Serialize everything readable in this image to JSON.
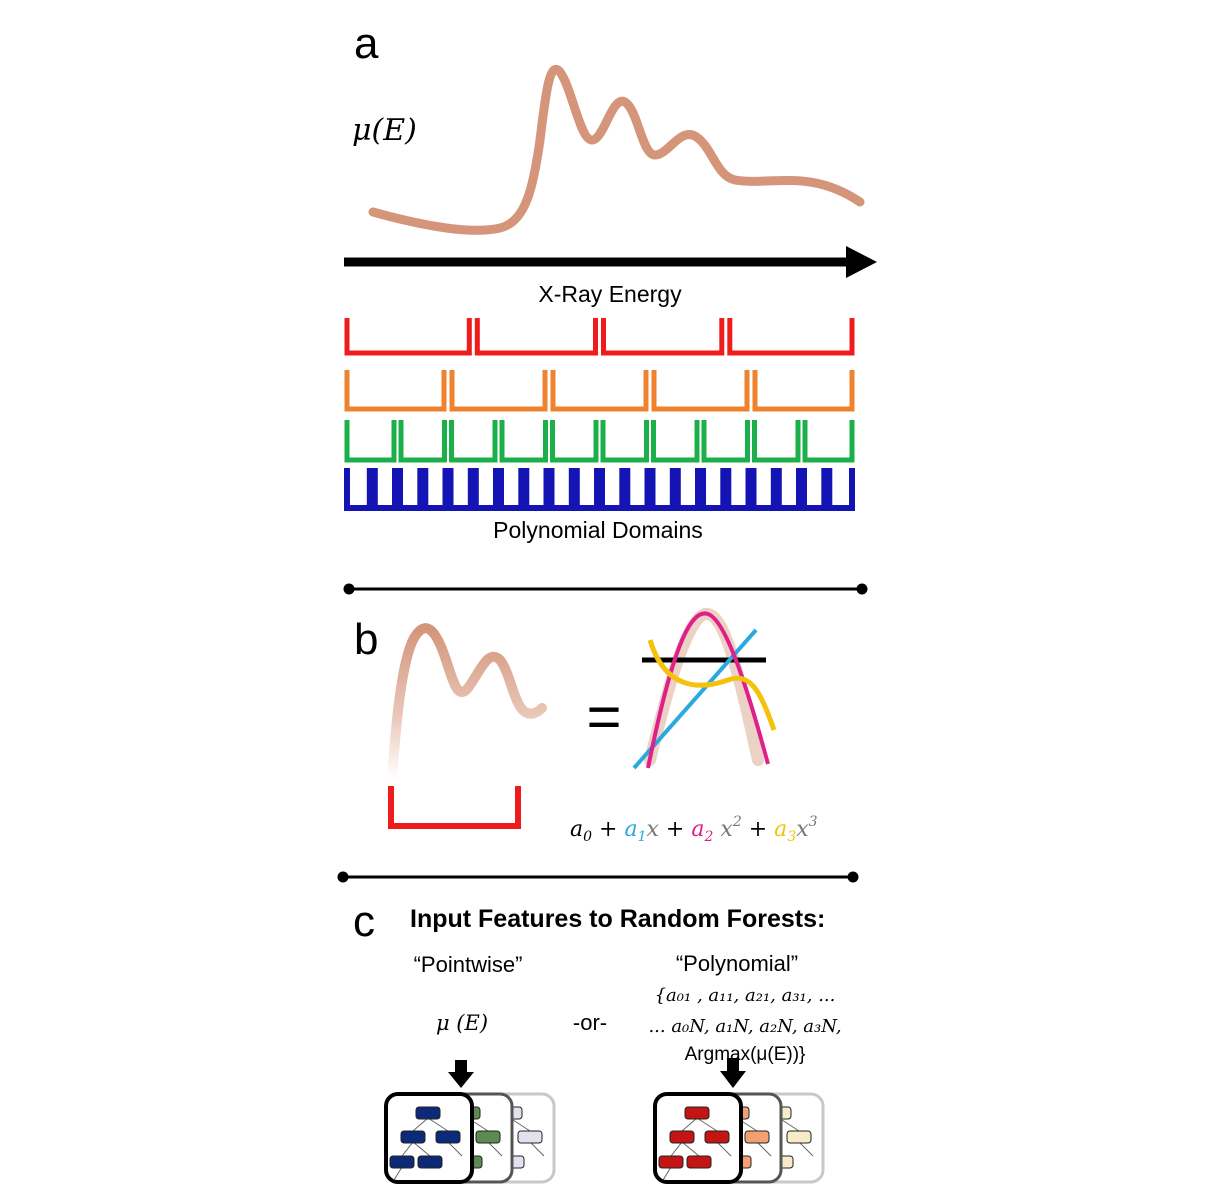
{
  "panel_a": {
    "letter": "a",
    "mu_label": "μ(E)",
    "axis_label": "X-Ray Energy",
    "domains_label": "Polynomial Domains",
    "domain_rows": [
      {
        "color": "#f01c1c",
        "segments": 4
      },
      {
        "color": "#f0822e",
        "segments": 5
      },
      {
        "color": "#1cb04a",
        "segments": 10
      },
      {
        "color": "#1414b4",
        "segments": 20
      }
    ],
    "curve_color": "#d4957a"
  },
  "panel_b": {
    "letter": "b",
    "equals": "=",
    "equation": {
      "a0": "a",
      "a0_sub": "0",
      "plus1": " + ",
      "a1": "a",
      "a1_sub": "1",
      "x1": "x",
      "plus2": " + ",
      "a2": "a",
      "a2_sub": "2",
      "x2": " x",
      "x2_sup": "2",
      "plus3": " + ",
      "a3": "a",
      "a3_sub": "3",
      "x3": "x",
      "x3_sup": "3"
    },
    "colors": {
      "const": "#000000",
      "linear": "#2aa8e0",
      "quadratic": "#e0208a",
      "cubic": "#f4c20d"
    }
  },
  "panel_c": {
    "letter": "c",
    "title": "Input Features to Random Forests:",
    "pointwise_label": "“Pointwise”",
    "pointwise_feature": "μ (E)",
    "or_label": "-or-",
    "polynomial_label": "“Polynomial”",
    "poly_line1": "{a₀₁ , a₁₁, a₂₁, a₃₁, ...",
    "poly_line2": "... a₀N, a₁N, a₂N, a₃N,",
    "poly_line3": "Argmax(μ(E))}",
    "forest_colors": {
      "blue": [
        "#0d2a78",
        "#5c8a50",
        "#e4e0ee"
      ],
      "red": [
        "#c41414",
        "#f4a070",
        "#f8ecc8"
      ]
    }
  }
}
